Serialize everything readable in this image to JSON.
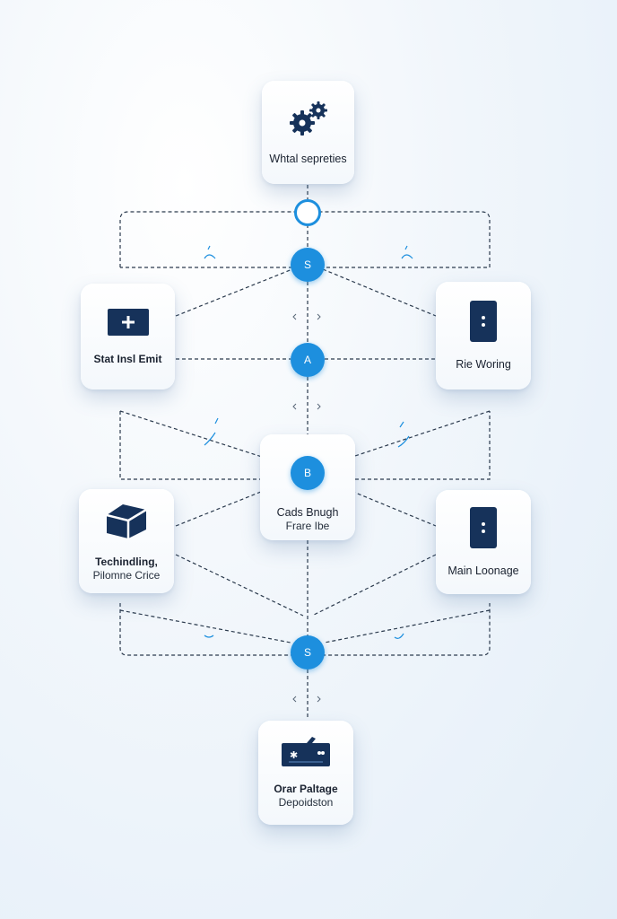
{
  "nodes": {
    "top": "Whtal sepreties",
    "left1": "Stat Insl Emit",
    "right1": "Rie Woring",
    "center": [
      "Cads Bnugh",
      "Frare Ibe"
    ],
    "left2": [
      "Techindling,",
      "Pilomne Crice"
    ],
    "right2": "Main Loonage",
    "bottom": [
      "Orar Paltage",
      "Depoidston"
    ]
  },
  "junctions": {
    "s_top": "S",
    "a": "A",
    "b": "B",
    "s_bottom": "S"
  },
  "icons": {
    "top": "gears-icon",
    "left1": "plus-box-icon",
    "right1": "phone-device-icon",
    "left2": "cube-icon",
    "right2": "phone-device-icon",
    "bottom": "card-reader-icon"
  },
  "colors": {
    "accent": "#1d8fde",
    "icon": "#16325a",
    "line": "#2b3a4d"
  }
}
